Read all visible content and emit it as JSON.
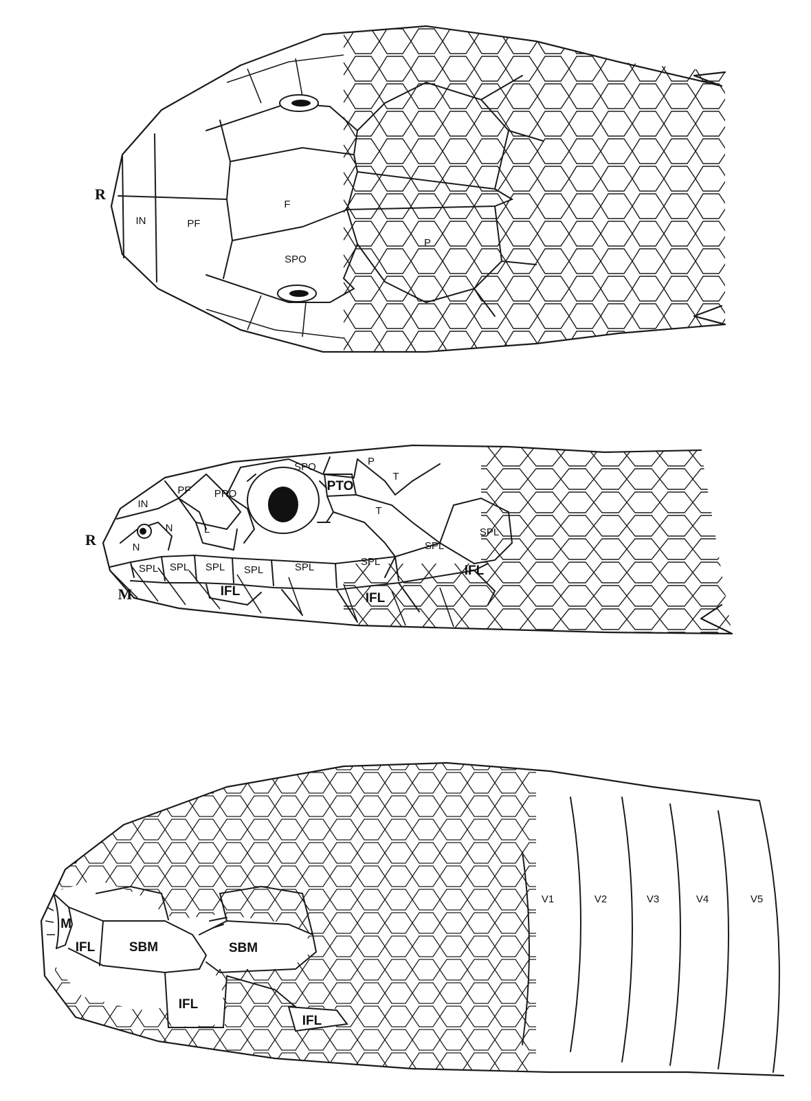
{
  "dorsal_view": {
    "labels": {
      "rostral": "R",
      "internasal": "IN",
      "prefrontal": "PF",
      "frontal": "F",
      "supraocular": "SPO",
      "parietal": "P"
    }
  },
  "lateral_view": {
    "labels": {
      "rostral": "R",
      "mental": "M",
      "internasal": "IN",
      "prefrontal": "PF",
      "preocular": "PRO",
      "supraocular": "SPO",
      "postocular": "PTO",
      "parietal": "P",
      "temporal_upper": "T",
      "temporal_lower": "T",
      "nasal_upper": "N",
      "nasal_lower": "N",
      "loreal": "L",
      "supralabial_1": "SPL",
      "supralabial_2": "SPL",
      "supralabial_3": "SPL",
      "supralabial_4": "SPL",
      "supralabial_5": "SPL",
      "supralabial_6": "SPL",
      "supralabial_7": "SPL",
      "supralabial_8": "SPL",
      "infralabial_1": "IFL",
      "infralabial_2": "IFL",
      "infralabial_3": "IFL"
    }
  },
  "ventral_view": {
    "labels": {
      "mental": "M",
      "infralabial_front": "IFL",
      "submandibular_1": "SBM",
      "submandibular_2": "SBM",
      "infralabial_mid": "IFL",
      "infralabial_rear": "IFL",
      "ventral_1": "V1",
      "ventral_2": "V2",
      "ventral_3": "V3",
      "ventral_4": "V4",
      "ventral_5": "V5"
    }
  }
}
